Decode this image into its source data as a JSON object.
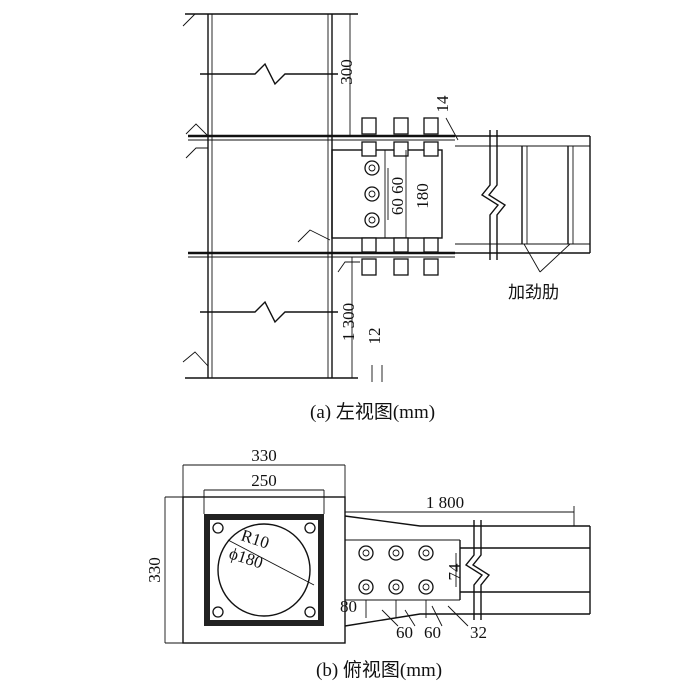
{
  "view_a": {
    "caption": "(a) 左视图(mm)",
    "dim_300_top": "300",
    "dim_14": "14",
    "dim_60_60": "60 60",
    "dim_180": "180",
    "dim_1300": "1 300",
    "dim_12": "12",
    "stiffener_label": "加劲肋"
  },
  "view_b": {
    "caption": "(b) 俯视图(mm)",
    "dim_330_width": "330",
    "dim_250": "250",
    "dim_330_height": "330",
    "dim_1800": "1 800",
    "radius_label": "R10",
    "diameter_label": "ϕ180",
    "dim_74": "74",
    "dim_80": "80",
    "dim_60a": "60",
    "dim_60b": "60",
    "dim_32": "32"
  }
}
